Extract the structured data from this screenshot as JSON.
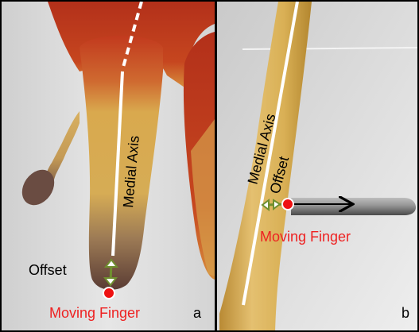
{
  "panels": [
    {
      "id": "a",
      "panel_label": "a",
      "axis_label": "Medial Axis",
      "offset_label": "Offset",
      "finger_label": "Moving Finger"
    },
    {
      "id": "b",
      "panel_label": "b",
      "axis_label": "Medial Axis",
      "offset_label": "Offset",
      "finger_label": "Moving Finger"
    }
  ],
  "colors": {
    "finger_marker": "#ee1111",
    "finger_text": "#ee2222",
    "axis_line": "#ffffff",
    "offset_arrow": "#6f8f2f",
    "motion_arrow": "#000000",
    "tan_skin": "#d9b055",
    "red_region": "#c23a1e",
    "dark_tip": "#5a3c34",
    "frame": "#000000"
  }
}
